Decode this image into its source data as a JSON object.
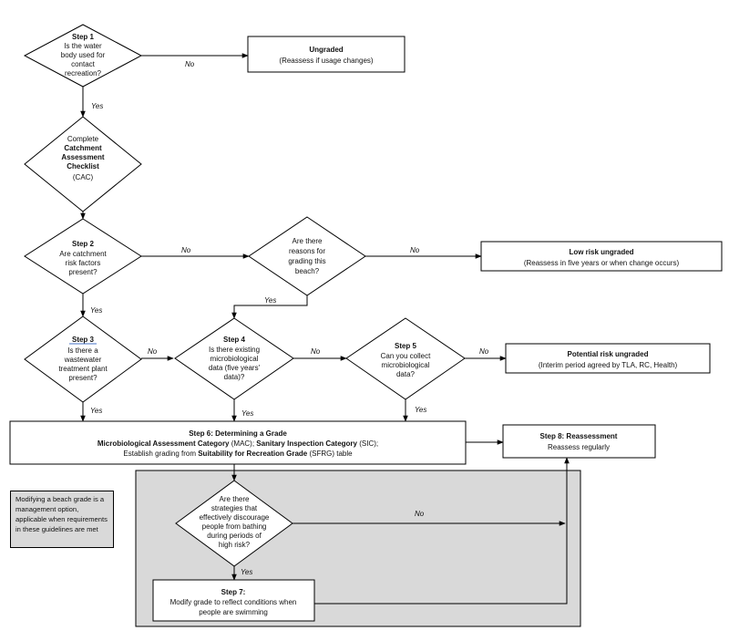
{
  "decisions": {
    "step1": {
      "step": "Step 1",
      "lines": [
        "Is the water",
        "body used for",
        "contact",
        "recreation?"
      ]
    },
    "cac": {
      "line1": "Complete",
      "bold1": "Catchment",
      "bold2": "Assessment",
      "bold3": "Checklist",
      "line2": "(CAC)"
    },
    "step2": {
      "step": "Step 2",
      "lines": [
        "Are catchment",
        "risk factors",
        "present?"
      ]
    },
    "reasons": {
      "lines": [
        "Are there",
        "reasons for",
        "grading this",
        "beach?"
      ]
    },
    "step3": {
      "step": "Step  3",
      "lines": [
        "Is there a",
        "wastewater",
        "treatment plant",
        "present?"
      ]
    },
    "step4": {
      "step": "Step 4",
      "lines": [
        "Is there existing",
        "microbiological",
        "data (five years'",
        "data)?"
      ]
    },
    "step5": {
      "step": "Step 5",
      "lines": [
        "Can you collect",
        "microbiological",
        "data?"
      ]
    },
    "strategies": {
      "lines": [
        "Are there",
        "strategies that",
        "effectively discourage",
        "people from bathing",
        "during periods of",
        "high risk?"
      ]
    }
  },
  "boxes": {
    "ungraded": {
      "title": "Ungraded",
      "sub": "(Reassess if usage changes)"
    },
    "low_risk": {
      "title": "Low risk ungraded",
      "sub": "(Reassess in five years or when change occurs)"
    },
    "potential_risk": {
      "title": "Potential risk ungraded",
      "sub": "(Interim period agreed by TLA, RC, Health)"
    },
    "step6": {
      "title": "Step 6: Determining a Grade",
      "l2_b1": "Microbiological Assessment Category",
      "l2_t1": " (MAC); ",
      "l2_b2": "Sanitary Inspection Category",
      "l2_t2": " (SIC);",
      "l3_t1": "Establish grading from ",
      "l3_b1": "Suitability for Recreation Grade",
      "l3_t2": " (SFRG)  table"
    },
    "step8": {
      "title": "Step 8: Reassessment",
      "sub": "Reassess regularly"
    },
    "step7": {
      "title": "Step 7:",
      "lines": [
        "Modify grade to reflect conditions when",
        "people are swimming"
      ]
    }
  },
  "labels": {
    "yes": "Yes",
    "no": "No"
  },
  "note": "Modifying a beach grade is a management option, applicable when requirements in these guidelines are met",
  "colors": {
    "shaded": "#d9d9d9",
    "line": "#000000",
    "step3_underline": "#4472c4"
  }
}
